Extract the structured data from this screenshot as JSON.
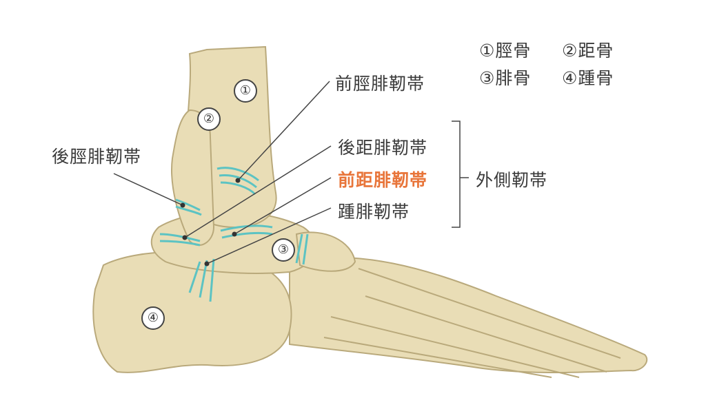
{
  "legend": [
    {
      "num": "①",
      "name": "脛骨"
    },
    {
      "num": "②",
      "name": "距骨"
    },
    {
      "num": "③",
      "name": "腓骨"
    },
    {
      "num": "④",
      "name": "踵骨"
    }
  ],
  "bone_markers": [
    "①",
    "②",
    "③",
    "④"
  ],
  "labels": {
    "anterior_tibiofibular": "前脛腓靭帯",
    "posterior_tibiofibular": "後脛腓靭帯",
    "posterior_talofibular": "後距腓靭帯",
    "anterior_talofibular": "前距腓靭帯",
    "calcaneofibular": "踵腓靭帯",
    "lateral_ligament": "外側靭帯"
  },
  "colors": {
    "bone": "#e9ddb6",
    "bone_outline": "#b9a97b",
    "ligament": "#5cc3c3",
    "highlight": "#e8753a",
    "text": "#3a3a3a"
  }
}
